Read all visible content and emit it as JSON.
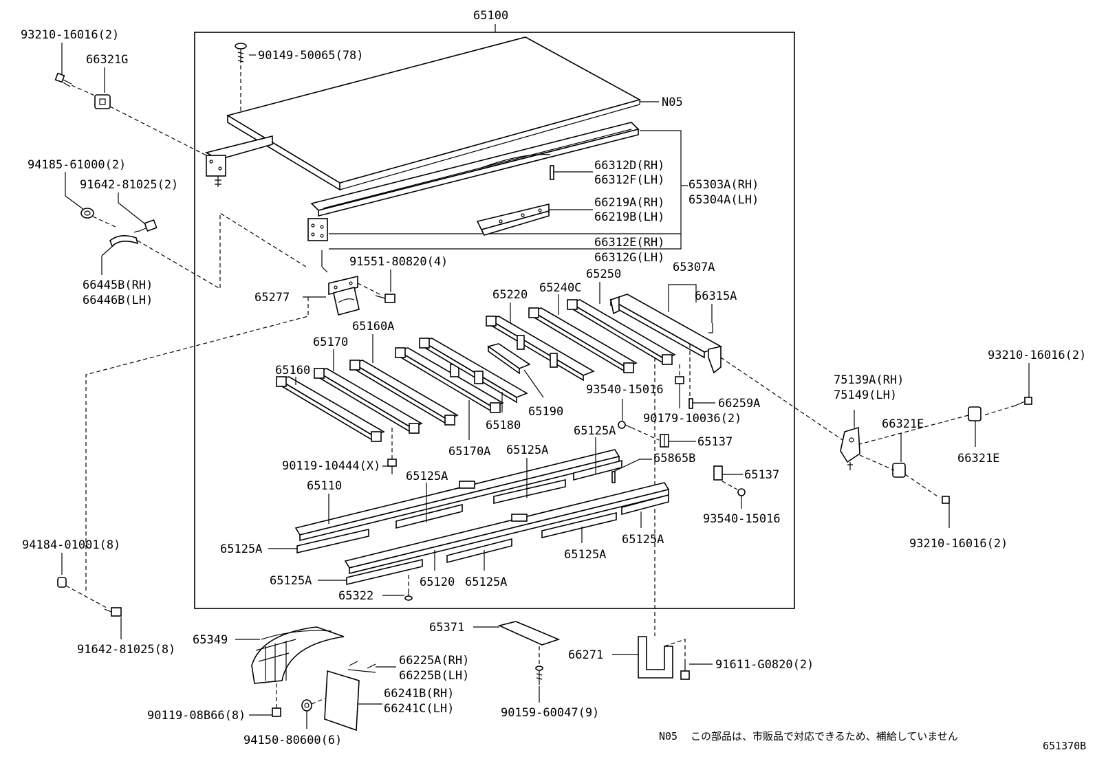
{
  "diagram": {
    "main_assembly": "65100",
    "figure_code": "651370B",
    "note": {
      "code": "N05",
      "text": "この部品は、市販品で対応できるため、補給していません"
    },
    "labels": {
      "p93210_tl": "93210-16016(2)",
      "p66321G": "66321G",
      "p90149": "90149-50065(78)",
      "pN05": "N05",
      "p66312D": "66312D(RH)",
      "p66312F": "66312F(LH)",
      "p65303A": "65303A(RH)",
      "p65304A": "65304A(LH)",
      "p66219A": "66219A(RH)",
      "p66219B": "66219B(LH)",
      "p66312E": "66312E(RH)",
      "p66312G": "66312G(LH)",
      "p94185": "94185-61000(2)",
      "p91642_top": "91642-81025(2)",
      "p66445B": "66445B(RH)",
      "p66446B": "66446B(LH)",
      "p91551": "91551-80820(4)",
      "p65277": "65277",
      "p65307A": "65307A",
      "p65250": "65250",
      "p65240C": "65240C",
      "p65220": "65220",
      "p66315A": "66315A",
      "p65160A": "65160A",
      "p65170": "65170",
      "p65160": "65160",
      "p93540_a": "93540-15016",
      "p66259A": "66259A",
      "p90179": "90179-10036(2)",
      "p65190": "65190",
      "p65180": "65180",
      "p65170A": "65170A",
      "p75139A": "75139A(RH)",
      "p75149": "75149(LH)",
      "p93210_r": "93210-16016(2)",
      "p66321E_a": "66321E",
      "p66321E_b": "66321E",
      "p65125A_1": "65125A",
      "p65125A_2": "65125A",
      "p65125A_3": "65125A",
      "p65125A_4": "65125A",
      "p65125A_5": "65125A",
      "p65125A_6": "65125A",
      "p65125A_7": "65125A",
      "p65125A_8": "65125A",
      "p65137_a": "65137",
      "p65137_b": "65137",
      "p65865B": "65865B",
      "p90119_10444": "90119-10444(X)",
      "p65110": "65110",
      "p93540_b": "93540-15016",
      "p93210_br": "93210-16016(2)",
      "p94184": "94184-01001(8)",
      "p65120": "65120",
      "p65322": "65322",
      "p91642_bot": "91642-81025(8)",
      "p65349": "65349",
      "p65371": "65371",
      "p66271": "66271",
      "p91611": "91611-G0820(2)",
      "p66225A": "66225A(RH)",
      "p66225B": "66225B(LH)",
      "p66241B": "66241B(RH)",
      "p66241C": "66241C(LH)",
      "p90119_08B66": "90119-08B66(8)",
      "p90159": "90159-60047(9)",
      "p94150": "94150-80600(6)"
    }
  }
}
